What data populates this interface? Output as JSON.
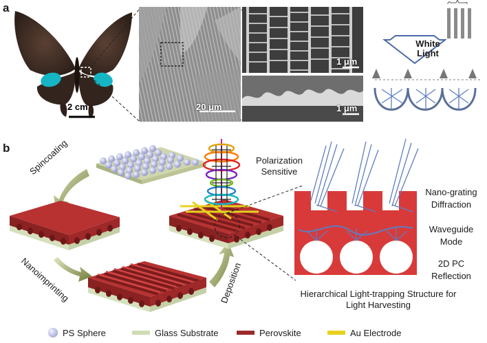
{
  "panels": {
    "a": "a",
    "b": "b"
  },
  "panel_a": {
    "butterfly_scale": "2 cm",
    "sem1_scale": "20 μm",
    "sem2_scale": "1 μm",
    "sem3_scale": "1 μm",
    "white_light_line1": "White",
    "white_light_line2": "Light"
  },
  "panel_b": {
    "step_spincoating": "Spincoating",
    "step_nanoimprinting": "Nanoimprinting",
    "step_deposition": "Deposition",
    "polarization_line1": "Polarization",
    "polarization_line2": "Sensitive",
    "nanograting_line1": "Nano-grating",
    "nanograting_line2": "Diffraction",
    "waveguide_line1": "Waveguide",
    "waveguide_line2": "Mode",
    "pc_line1": "2D PC",
    "pc_line2": "Reflection",
    "hier_line1": "Hierarchical Light-trapping Structure for",
    "hier_line2": "Light Harvesting"
  },
  "legend": [
    {
      "label": "PS Sphere",
      "color": "#a9aee0"
    },
    {
      "label": "Glass Substrate",
      "color": "#cfdcb3"
    },
    {
      "label": "Perovskite",
      "color": "#9c2a2a"
    },
    {
      "label": "Au Electrode",
      "color": "#e6d21f"
    }
  ],
  "colors": {
    "perovskite": "#b83232",
    "perovskite_dark": "#7a1d1d",
    "glass": "#d5e0bd",
    "sphere": "#b5b9e8",
    "gold": "#e6d21f",
    "ray": "#5d7dc0"
  }
}
